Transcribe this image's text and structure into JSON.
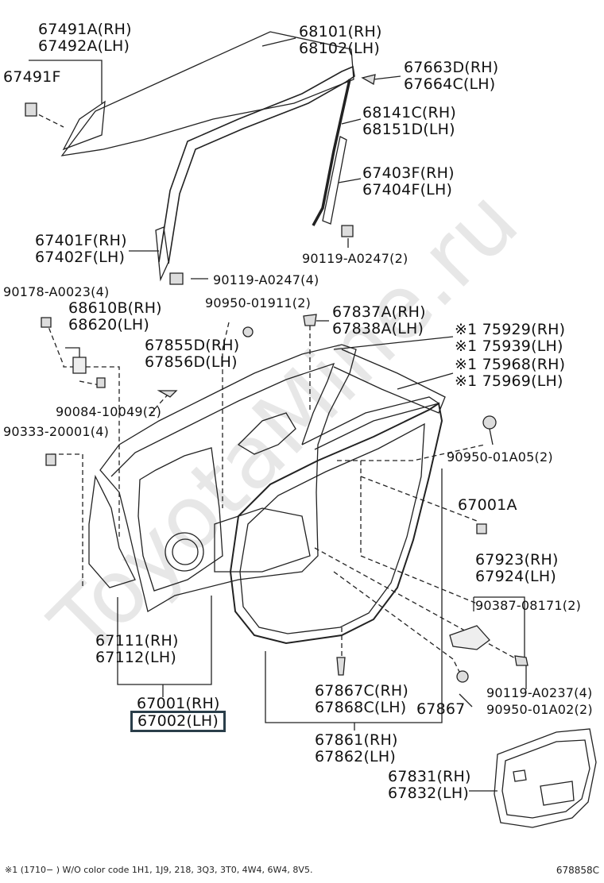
{
  "watermark": "ToyotaMine.ru",
  "callouts": {
    "c67491A": [
      "67491A(RH)",
      "67492A(LH)"
    ],
    "c67491F": [
      "67491F"
    ],
    "c68101": [
      "68101(RH)",
      "68102(LH)"
    ],
    "c67663": [
      "67663D(RH)",
      "67664C(LH)"
    ],
    "c68141": [
      "68141C(RH)",
      "68151D(LH)"
    ],
    "c67403": [
      "67403F(RH)",
      "67404F(LH)"
    ],
    "c67401": [
      "67401F(RH)",
      "67402F(LH)"
    ],
    "c90119a": [
      "90119-A0247(2)"
    ],
    "c90119b": [
      "90119-A0247(4)"
    ],
    "c90178": [
      "90178-A0023(4)"
    ],
    "c68610": [
      "68610B(RH)",
      "68620(LH)"
    ],
    "c90950a": [
      "90950-01911(2)"
    ],
    "c67837": [
      "67837A(RH)",
      "67838A(LH)"
    ],
    "c75929": [
      "※1 75929(RH)",
      "※1 75939(LH)"
    ],
    "c75968": [
      "※1 75968(RH)",
      "※1 75969(LH)"
    ],
    "c67855": [
      "67855D(RH)",
      "67856D(LH)"
    ],
    "c90084": [
      "90084-10049(2)"
    ],
    "c90333": [
      "90333-20001(4)"
    ],
    "c90950b": [
      "90950-01A05(2)"
    ],
    "c67001A": [
      "67001A"
    ],
    "c67923": [
      "67923(RH)",
      "67924(LH)"
    ],
    "c90387": [
      "90387-08171(2)"
    ],
    "c67111": [
      "67111(RH)",
      "67112(LH)"
    ],
    "c67001": [
      "67001(RH)"
    ],
    "c67002": [
      "67002(LH)"
    ],
    "c67867C": [
      "67867C(RH)",
      "67868C(LH)"
    ],
    "c67867": [
      "67867"
    ],
    "c90119c": [
      "90119-A0237(4)"
    ],
    "c90950c": [
      "90950-01A02(2)"
    ],
    "c67861": [
      "67861(RH)",
      "67862(LH)"
    ],
    "c67831": [
      "67831(RH)",
      "67832(LH)"
    ]
  },
  "footnote": "※1 (1710−      ) W/O color code 1H1, 1J9, 218, 3Q3, 3T0, 4W4, 6W4, 8V5.",
  "diagram_code": "678858C"
}
